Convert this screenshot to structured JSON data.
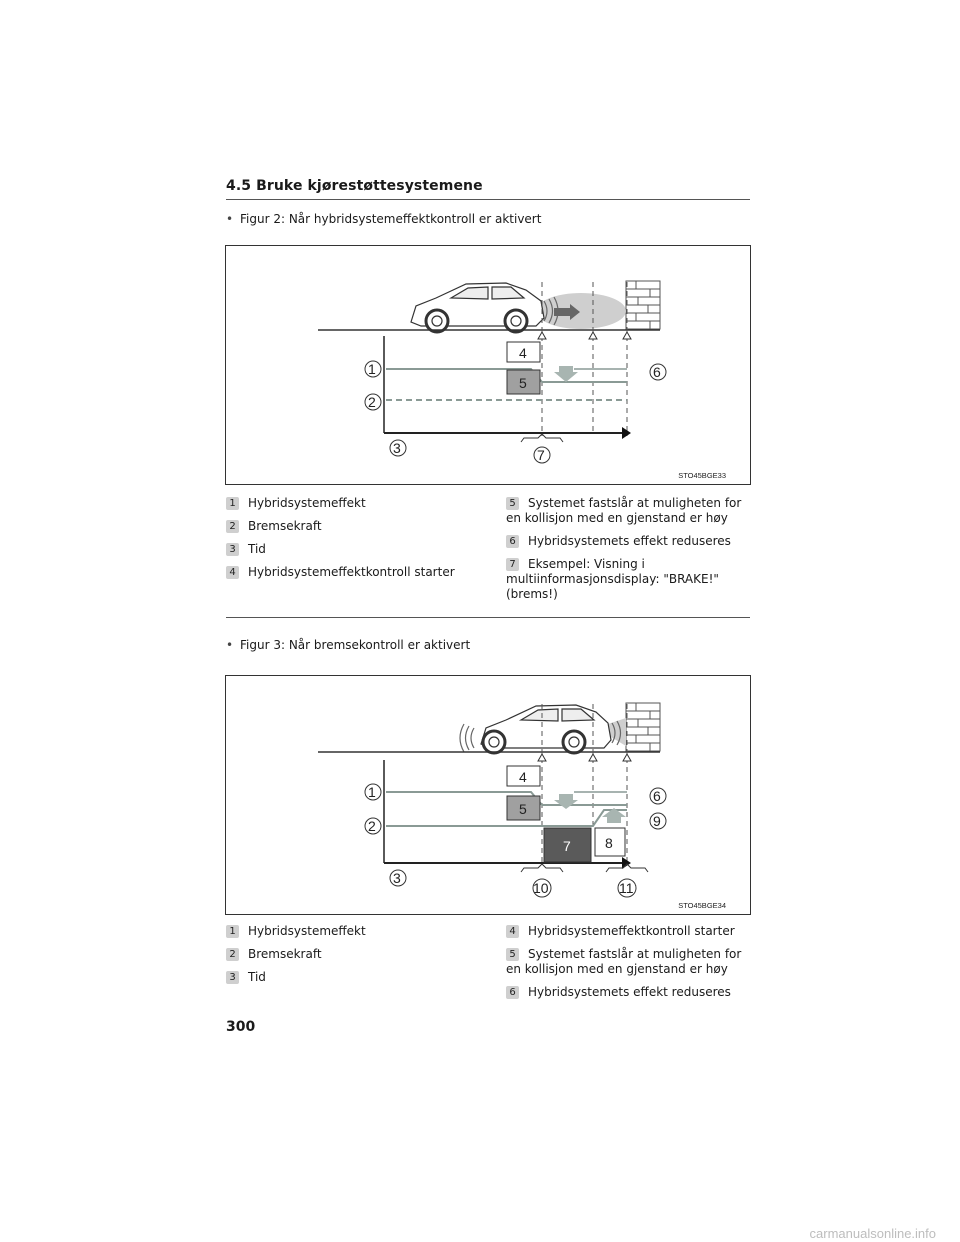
{
  "header": {
    "section_title": "4.5  Bruke kjørestøttesystemene"
  },
  "figure2": {
    "bullet": "Figur 2: Når hybridsystemeffektkontroll er aktivert",
    "code": "STO45BGE33",
    "callouts": [
      "1",
      "2",
      "3",
      "4",
      "5",
      "6",
      "7"
    ],
    "legend_left": [
      {
        "num": "1",
        "text": "Hybridsystemeffekt"
      },
      {
        "num": "2",
        "text": "Bremsekraft"
      },
      {
        "num": "3",
        "text": "Tid"
      },
      {
        "num": "4",
        "text": "Hybridsystemeffektkontroll starter"
      }
    ],
    "legend_right": [
      {
        "num": "5",
        "text": "Systemet fastslår at muligheten for en kollisjon med en gjenstand er høy"
      },
      {
        "num": "6",
        "text": "Hybridsystemets effekt reduseres"
      },
      {
        "num": "7",
        "text": "Eksempel: Visning i multiinformasjonsdisplay: \"BRAKE!\" (brems!)"
      }
    ]
  },
  "figure3": {
    "bullet": "Figur 3: Når bremsekontroll er aktivert",
    "code": "STO45BGE34",
    "callouts": [
      "1",
      "2",
      "3",
      "4",
      "5",
      "6",
      "7",
      "8",
      "9",
      "10",
      "11"
    ],
    "legend_left": [
      {
        "num": "1",
        "text": "Hybridsystemeffekt"
      },
      {
        "num": "2",
        "text": "Bremsekraft"
      },
      {
        "num": "3",
        "text": "Tid"
      }
    ],
    "legend_right": [
      {
        "num": "4",
        "text": "Hybridsystemeffektkontroll starter"
      },
      {
        "num": "5",
        "text": "Systemet fastslår at muligheten for en kollisjon med en gjenstand er høy"
      },
      {
        "num": "6",
        "text": "Hybridsystemets effekt reduseres"
      }
    ]
  },
  "footer": {
    "page_number": "300",
    "watermark": "carmanualsonline.info"
  },
  "colors": {
    "line_gray": "#8a9a95",
    "box_gray": "#a0a0a0",
    "box_dark": "#5a5a5a",
    "arrow": "#111111"
  }
}
